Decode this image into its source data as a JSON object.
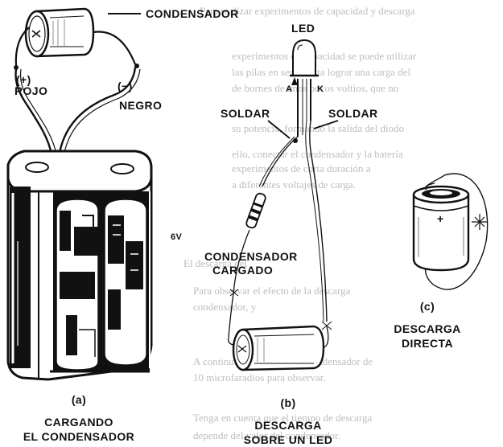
{
  "labels": {
    "condensador": "CONDENSADOR",
    "rojo_sign": "(+)",
    "rojo": "ROJO",
    "negro_sign": "(−)",
    "negro": "NEGRO",
    "led": "LED",
    "led_a": "A",
    "led_k": "K",
    "soldar_left": "SOLDAR",
    "soldar_right": "SOLDAR",
    "voltage": "6V",
    "cond_cargado_1": "CONDENSADOR",
    "cond_cargado_2": "CARGADO",
    "plus": "+"
  },
  "captions": {
    "a_letter": "(a)",
    "a_line1": "CARGANDO",
    "a_line2": "EL CONDENSADOR",
    "b_letter": "(b)",
    "b_line1": "DESCARGA",
    "b_line2": "SOBRE UN LED",
    "c_letter": "(c)",
    "c_line1": "DESCARGA",
    "c_line2": "DIRECTA"
  },
  "background_text": [
    "Para realizar experimentos de capacidad y descarga",
    "experimentos de capacidad se puede utilizar",
    "las pilas en serie hasta lograr una carga del",
    "de bornes de unos pocos voltios, que no",
    "su potencia, formando la salida del diodo",
    "ello, conectar el condensador y la batería",
    "experimentos de corta duración a",
    "a diferentes voltajes de carga.",
    "El descarga del",
    "Para observar el efecto de la descarga",
    "condensador, y",
    "A continuación se toma un condensador de",
    "10 microfaradios para observar.",
    "Tenga en cuenta que el tiempo de descarga",
    "depende del valor del condensador."
  ]
}
